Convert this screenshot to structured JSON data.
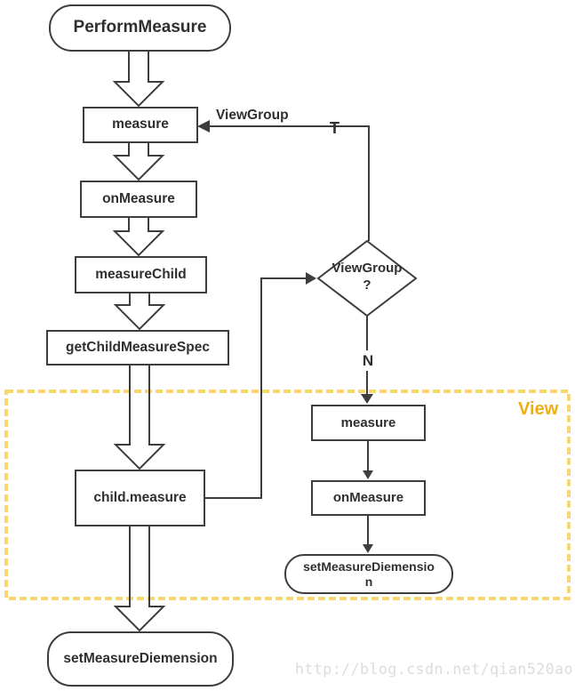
{
  "diagram": {
    "line_color": "#3d3d3d",
    "text_color": "#2f2f2f",
    "nodes": {
      "perform_measure": "PerformMeasure",
      "measure_left": "measure",
      "on_measure_left": "onMeasure",
      "measure_child": "measureChild",
      "get_child_measure_spec": "getChildMeasureSpec",
      "child_measure": "child.measure",
      "set_measure_dimension_main": "setMeasureDiemension",
      "viewgroup_decision": "ViewGroup\n?",
      "measure_right": "measure",
      "on_measure_right": "onMeasure",
      "set_measure_dimension_view": "setMeasureDiemensio\nn"
    },
    "labels": {
      "viewgroup_edge": "ViewGroup",
      "true_branch": "T",
      "false_branch": "N"
    },
    "view_region": {
      "label": "View",
      "label_color": "#f0ad0e",
      "border_color": "#f9d76e"
    },
    "watermark": {
      "text": "http://blog.csdn.net/qian520ao",
      "color": "#dcdcdc"
    }
  }
}
